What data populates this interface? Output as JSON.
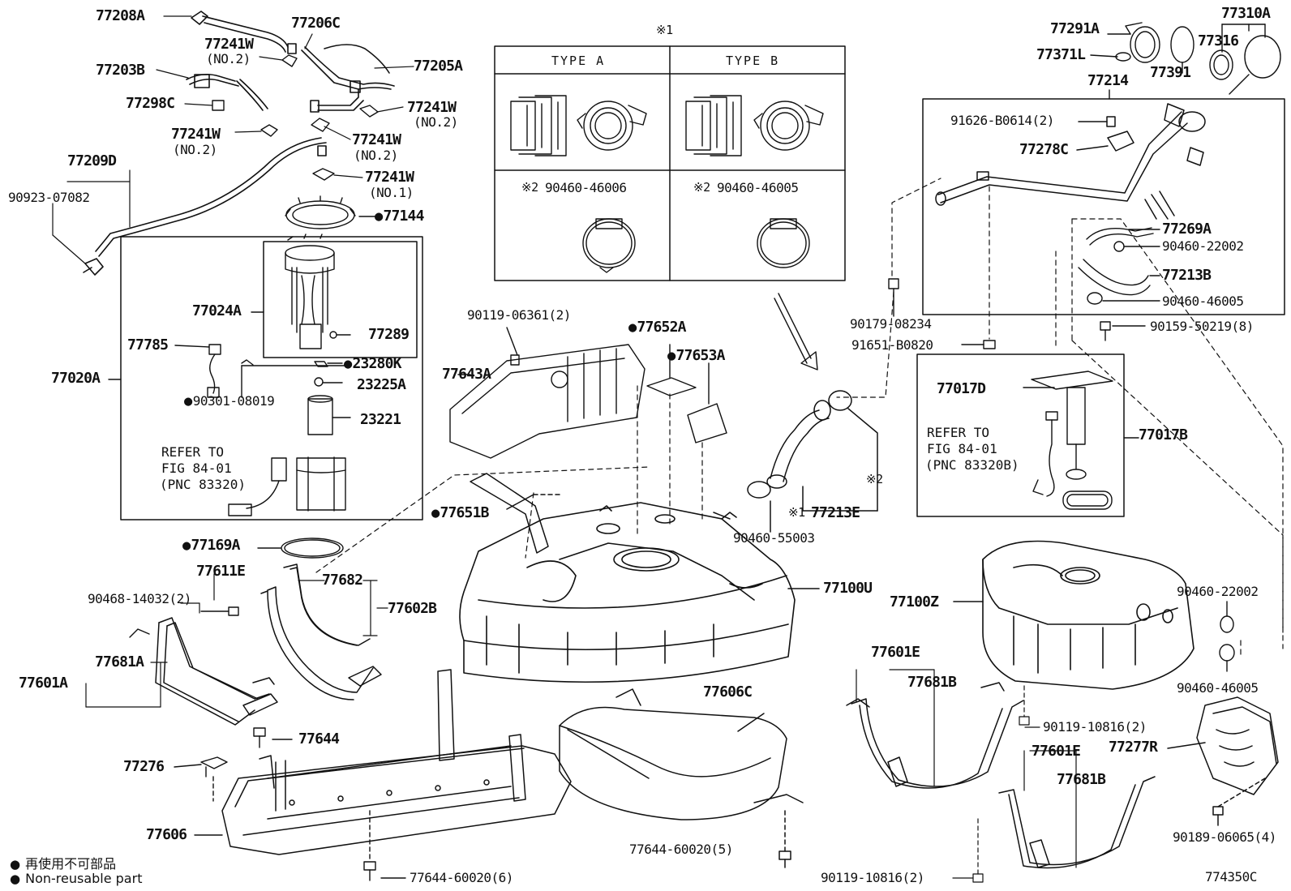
{
  "labels": {
    "l77208A": "77208A",
    "l77206C": "77206C",
    "l77241W_a": "77241W",
    "l77241W_a_no": "(NO.2)",
    "l77203B": "77203B",
    "l77205A": "77205A",
    "l77298C": "77298C",
    "l77241W_b": "77241W",
    "l77241W_b_no": "(NO.2)",
    "l77241W_c": "77241W",
    "l77241W_c_no": "(NO.2)",
    "l77241W_d": "77241W",
    "l77241W_d_no": "(NO.2)",
    "l77241W_e": "77241W",
    "l77241W_e_no": "(NO.1)",
    "l77209D": "77209D",
    "l90923": "90923-07082",
    "l77144": "77144",
    "l77024A": "77024A",
    "l77785": "77785",
    "l77289": "77289",
    "l77020A": "77020A",
    "l23280K": "23280K",
    "l23225A": "23225A",
    "l90301": "90301-08019",
    "l23221": "23221",
    "l77169A": "77169A",
    "l77611E": "77611E",
    "l90468": "90468-14032(2)",
    "l77682": "77682",
    "l77602B": "77602B",
    "l77601A": "77601A",
    "l77681A": "77681A",
    "l77644": "77644",
    "l77276": "77276",
    "l77606": "77606",
    "l77644_60020_6": "77644-60020(6)",
    "l90119_06361": "90119-06361(2)",
    "l77652A": "77652A",
    "l77653A": "77653A",
    "l77643A": "77643A",
    "l77651B": "77651B",
    "l77100U": "77100U",
    "l77606C": "77606C",
    "l77644_60020_5": "77644-60020(5)",
    "l90460_55003": "90460-55003",
    "l77213E": "77213E",
    "l77213E_mark": "※1",
    "l_mark2": "※2",
    "l77291A": "77291A",
    "l77371L": "77371L",
    "l77391": "77391",
    "l77310A": "77310A",
    "l77316": "77316",
    "l77214": "77214",
    "l91626": "91626-B0614(2)",
    "l77278C": "77278C",
    "l77269A": "77269A",
    "l90460_22002_a": "90460-22002",
    "l77213B": "77213B",
    "l90460_46005_a": "90460-46005",
    "l90179": "90179-08234",
    "l90159": "90159-50219(8)",
    "l91651": "91651-B0820",
    "l77017D": "77017D",
    "l77017B": "77017B",
    "l77100Z": "77100Z",
    "l90460_22002_b": "90460-22002",
    "l90460_46005_b": "90460-46005",
    "l77601E_a": "77601E",
    "l77681B_a": "77681B",
    "l90119_10816_a": "90119-10816(2)",
    "l77601E_b": "77601E",
    "l77681B_b": "77681B",
    "l77277R": "77277R",
    "l90189": "90189-06065(4)",
    "l90119_10816_b": "90119-10816(2)",
    "l_mark1_top": "※1"
  },
  "notes": {
    "refer_left_1": "REFER TO",
    "refer_left_2": "FIG 84-01",
    "refer_left_3": "(PNC 83320)",
    "refer_right_1": "REFER TO",
    "refer_right_2": "FIG 84-01",
    "refer_right_3": "(PNC 83320B)"
  },
  "inset": {
    "type_a": "TYPE A",
    "type_b": "TYPE B",
    "mark2_a": "※2",
    "part_a": "90460-46006",
    "mark2_b": "※2",
    "part_b": "90460-46005"
  },
  "legend": {
    "bullet": "●",
    "jp": "再使用不可部品",
    "en": "Non-reusable part"
  },
  "ref_code": "774350C"
}
